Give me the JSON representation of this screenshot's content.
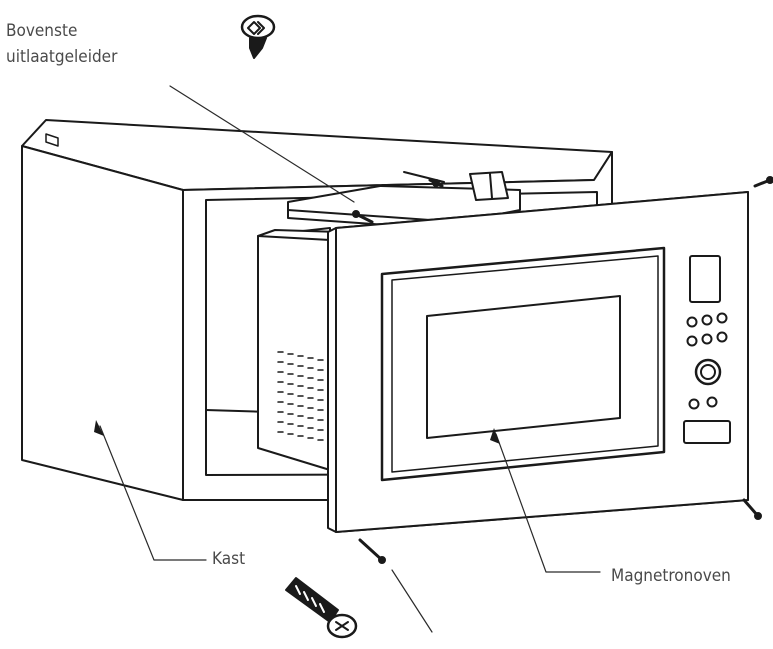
{
  "labels": {
    "upper_guide_line1": "Bovenste",
    "upper_guide_line2": "uitlaatgeleider",
    "cabinet": "Kast",
    "microwave": "Magnetronoven"
  },
  "colors": {
    "stroke": "#1a1a1a",
    "text": "#4a4a4a",
    "fill": "#ffffff"
  },
  "icons": [
    "screw-head-icon",
    "long-screw-icon",
    "small-screw-icon"
  ]
}
